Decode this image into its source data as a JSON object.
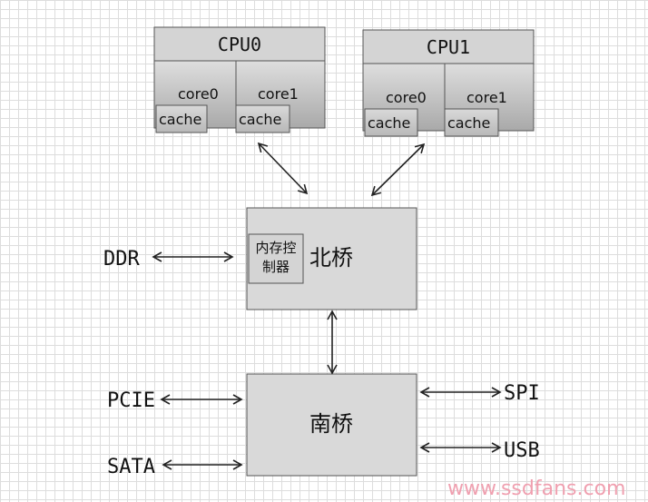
{
  "cpus": [
    {
      "title": "CPU0",
      "cores": [
        "core0",
        "core1"
      ],
      "cache": "cache"
    },
    {
      "title": "CPU1",
      "cores": [
        "core0",
        "core1"
      ],
      "cache": "cache"
    }
  ],
  "north_bridge": {
    "label": "北桥",
    "memory_controller": [
      "内存控",
      "制器"
    ]
  },
  "south_bridge": {
    "label": "南桥"
  },
  "io": {
    "ddr": "DDR",
    "pcie": "PCIE",
    "sata": "SATA",
    "spi": "SPI",
    "usb": "USB"
  },
  "watermark": "www.ssdfans.com",
  "colors": {
    "box_fill_top": "#e0e0e0",
    "box_fill_bottom": "#a8a8a8",
    "box_border": "#555555",
    "arrow": "#222222",
    "watermark": "#f0a0b0"
  }
}
